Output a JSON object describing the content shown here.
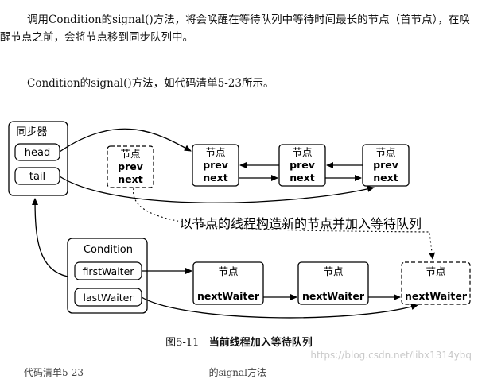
{
  "paragraphs": {
    "p1": "调用Condition的signal()方法，将会唤醒在等待队列中等待时间最长的节点（首节点），在唤醒节点之前，会将节点移到同步队列中。",
    "p2": "Condition的signal()方法，如代码清单5-23所示。"
  },
  "diagram": {
    "sync_box": {
      "title": "同步器",
      "head": "head",
      "tail": "tail"
    },
    "node_label": "节点",
    "prev": "prev",
    "next": "next",
    "condition_box": {
      "title": "Condition",
      "first": "firstWaiter",
      "last": "lastWaiter"
    },
    "next_waiter": "nextWaiter",
    "annotation": "以节点的线程构造新的节点并加入等待队列"
  },
  "caption": {
    "number": "图5-11",
    "text": "当前线程加入等待队列"
  },
  "watermark": "https://blog.csdn.net/libx1314ybq",
  "bottom_fragment": {
    "left": "代码清单5-23",
    "middle": "的signal方法"
  }
}
